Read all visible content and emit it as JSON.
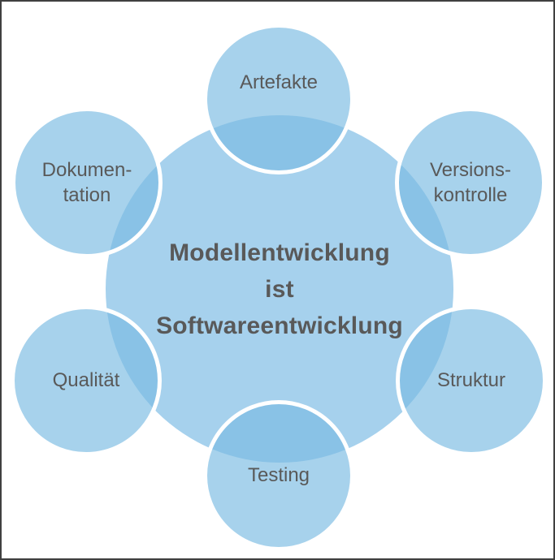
{
  "diagram": {
    "center_text": "Modellentwicklung\nist\nSoftwareentwicklung",
    "satellites": [
      {
        "label": "Artefakte"
      },
      {
        "label": "Versions-\nkontrolle"
      },
      {
        "label": "Struktur"
      },
      {
        "label": "Testing"
      },
      {
        "label": "Qualität"
      },
      {
        "label": "Dokumen-\ntation"
      }
    ],
    "colors": {
      "circle_fill": "#a6d1ed",
      "overlap_fill": "#88c2e0",
      "text": "#595959",
      "satellite_border": "#ffffff",
      "frame_border": "#3f3f3f"
    }
  }
}
